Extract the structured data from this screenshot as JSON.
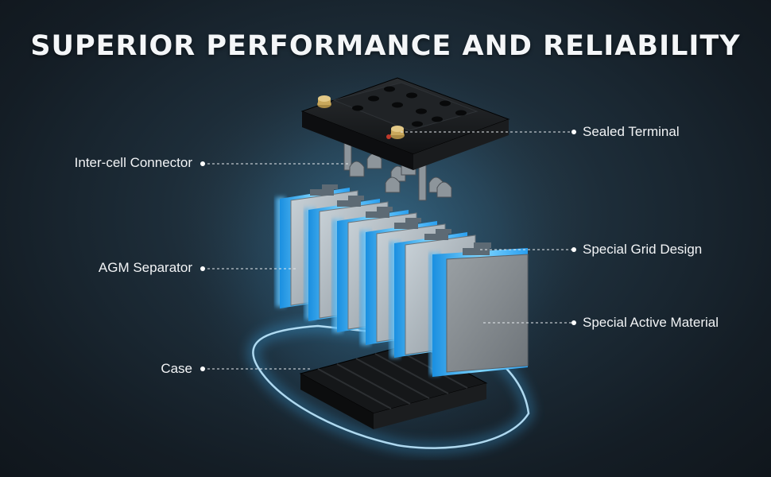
{
  "title": "SUPERIOR PERFORMANCE AND RELIABILITY",
  "callouts": {
    "sealed_terminal": "Sealed Terminal",
    "inter_cell_connector": "Inter-cell Connector",
    "special_grid_design": "Special Grid Design",
    "agm_separator": "AGM Separator",
    "special_active_material": "Special Active Material",
    "case": "Case"
  },
  "colors": {
    "glow": "#3fb8ff",
    "plate_edge": "#7fd6ff",
    "label": "#f2f4f6"
  }
}
